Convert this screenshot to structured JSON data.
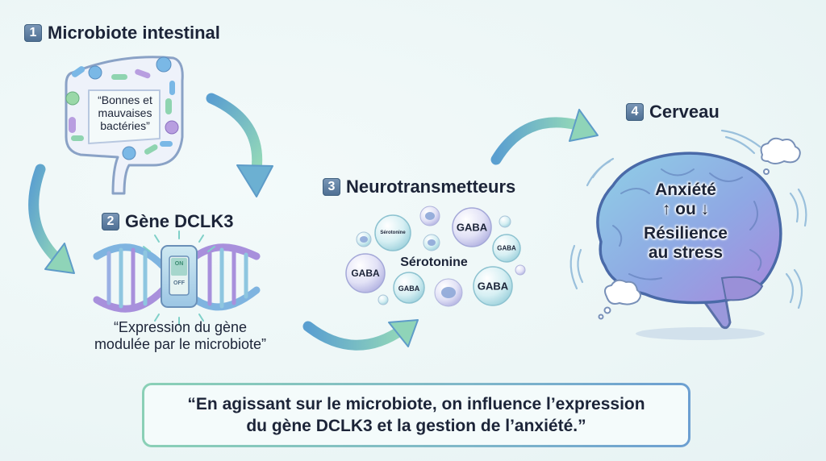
{
  "steps": [
    {
      "number": "1",
      "title": "Microbiote intestinal",
      "caption": "“Bonnes et mauvaises bactéries”"
    },
    {
      "number": "2",
      "title": "Gène DCLK3",
      "caption_line1": "“Expression du gène",
      "caption_line2": "modulée par le microbiote”",
      "switch_on": "ON",
      "switch_off": "OFF"
    },
    {
      "number": "3",
      "title": "Neurotransmetteurs",
      "center_label": "Sérotonine",
      "bubbles": [
        "Sérotonine",
        "GABA",
        "GABA",
        "GABA",
        "GABA",
        "GABA"
      ]
    },
    {
      "number": "4",
      "title": "Cerveau",
      "line1": "Anxiété",
      "line2": "↑ ou ↓",
      "line3": "Résilience",
      "line4": "au stress"
    }
  ],
  "conclusion": {
    "line1": "“En agissant sur le microbiote, on influence l’expression",
    "line2": "du gène DCLK3 et la gestion de l’anxiété.”"
  },
  "colors": {
    "background": "#eef7f7",
    "text": "#1c2438",
    "badge": "#5a7a9c",
    "arrow_blue": "#5fa3d0",
    "arrow_green": "#8fd4b8",
    "dna_blue": "#7fb4e0",
    "dna_purple": "#a890dc"
  }
}
